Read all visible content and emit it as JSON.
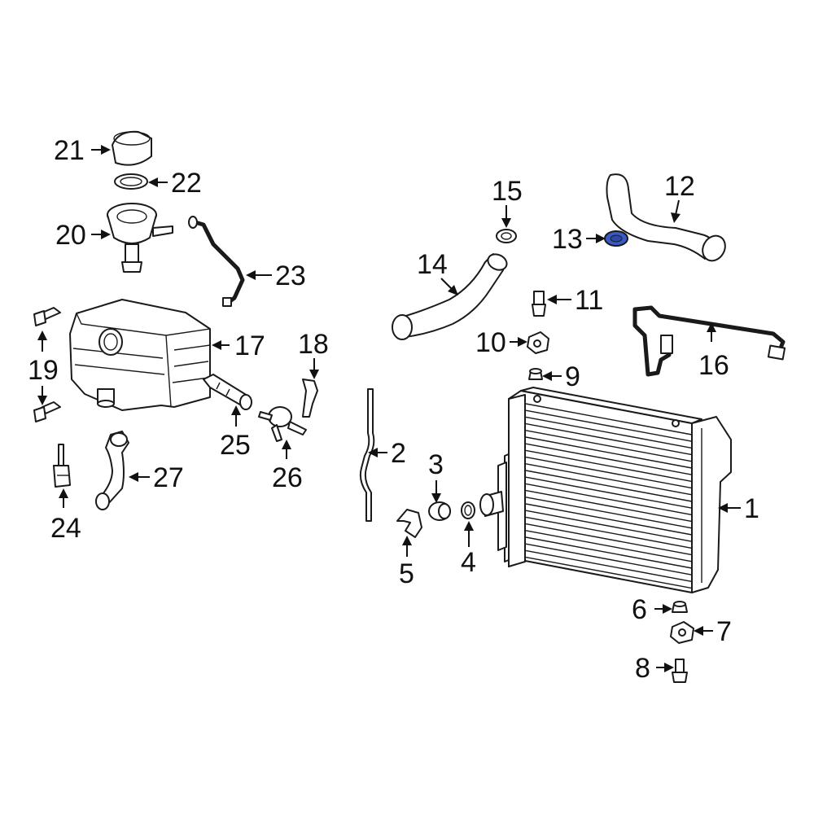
{
  "diagram": {
    "callouts": [
      {
        "id": "1",
        "label": "1"
      },
      {
        "id": "2",
        "label": "2"
      },
      {
        "id": "3",
        "label": "3"
      },
      {
        "id": "4",
        "label": "4"
      },
      {
        "id": "5",
        "label": "5"
      },
      {
        "id": "6",
        "label": "6"
      },
      {
        "id": "7",
        "label": "7"
      },
      {
        "id": "8",
        "label": "8"
      },
      {
        "id": "9",
        "label": "9"
      },
      {
        "id": "10",
        "label": "10"
      },
      {
        "id": "11",
        "label": "11"
      },
      {
        "id": "12",
        "label": "12"
      },
      {
        "id": "13",
        "label": "13"
      },
      {
        "id": "14",
        "label": "14"
      },
      {
        "id": "15",
        "label": "15"
      },
      {
        "id": "16",
        "label": "16"
      },
      {
        "id": "17",
        "label": "17"
      },
      {
        "id": "18",
        "label": "18"
      },
      {
        "id": "19",
        "label": "19"
      },
      {
        "id": "20",
        "label": "20"
      },
      {
        "id": "21",
        "label": "21"
      },
      {
        "id": "22",
        "label": "22"
      },
      {
        "id": "23",
        "label": "23"
      },
      {
        "id": "24",
        "label": "24"
      },
      {
        "id": "25",
        "label": "25"
      },
      {
        "id": "26",
        "label": "26"
      },
      {
        "id": "27",
        "label": "27"
      }
    ],
    "highlight": {
      "part": "13",
      "color": "#3a5bc7"
    }
  }
}
